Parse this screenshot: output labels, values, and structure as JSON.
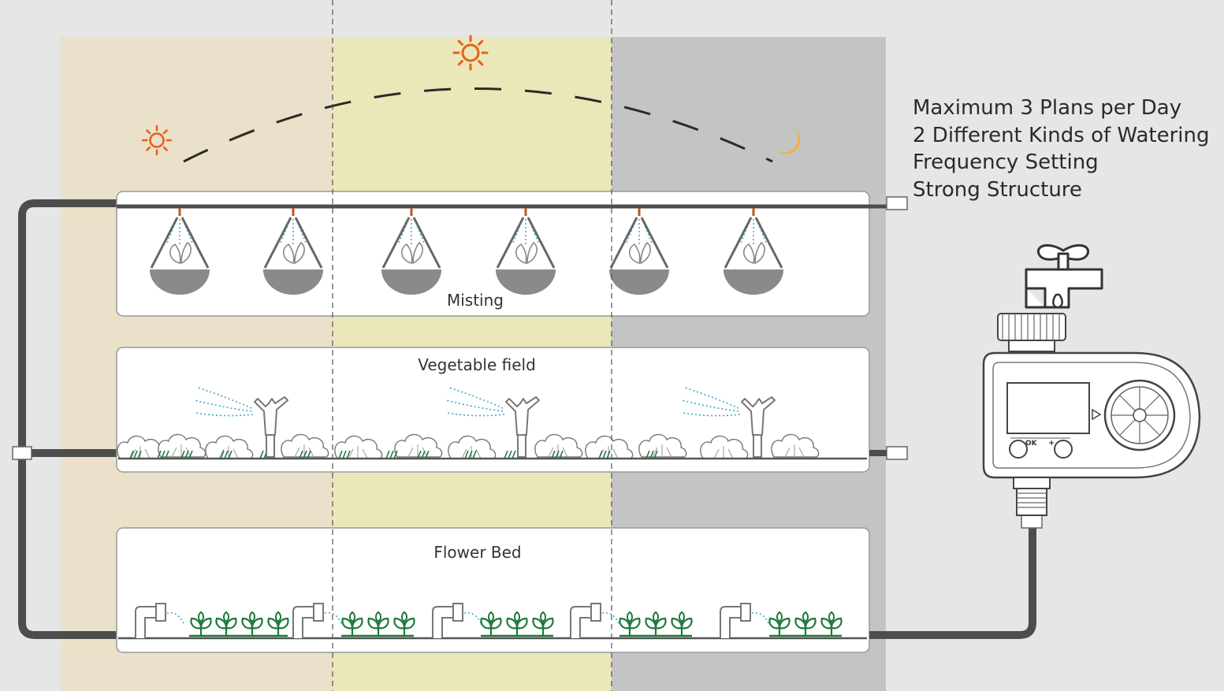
{
  "features": [
    "Maximum 3 Plans per Day",
    "2 Different Kinds of Watering",
    "Frequency Setting",
    "Strong Structure"
  ],
  "zones": {
    "misting": "Misting",
    "vegetable": "Vegetable field",
    "flower": "Flower Bed"
  },
  "device": {
    "ok_label": "OK",
    "plus_label": "+"
  },
  "time_of_day": [
    "morning",
    "noon",
    "night"
  ],
  "colors": {
    "background": "#e6e6e6",
    "morning_band": "#ebe0c9",
    "noon_band": "#eae8b9",
    "night_band": "#c4c4c4",
    "pipe": "#4d4d4d",
    "sun": "#e2621b",
    "moon": "#f2b02e",
    "plant": "#1f7a3c",
    "spray": "#3aa9c9"
  },
  "icons": [
    "sun-icon",
    "moon-icon",
    "faucet-icon",
    "timer-device-icon",
    "mist-nozzle-icon",
    "sprinkler-icon",
    "drip-emitter-icon",
    "plant-icon",
    "bush-icon"
  ]
}
